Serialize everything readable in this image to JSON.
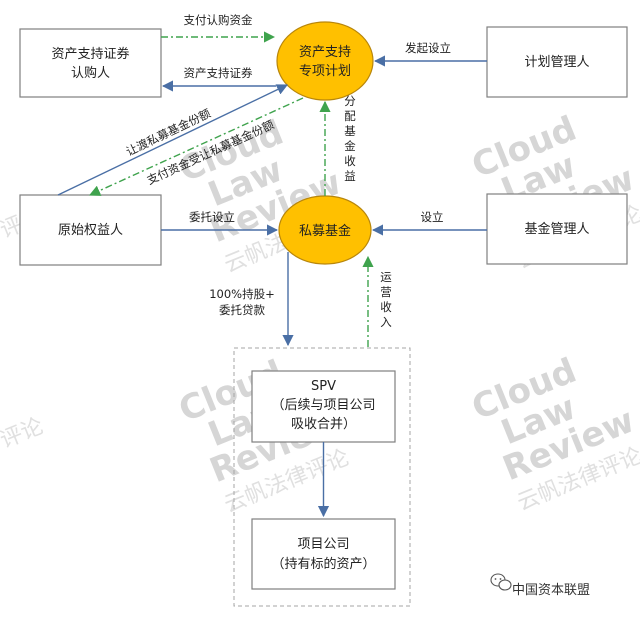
{
  "nodes": {
    "subscriber": [
      "资产支持证券",
      "认购人"
    ],
    "special_plan": [
      "资产支持",
      "专项计划"
    ],
    "plan_manager": [
      "计划管理人"
    ],
    "original_owner": [
      "原始权益人"
    ],
    "private_fund": [
      "私募基金"
    ],
    "fund_manager": [
      "基金管理人"
    ],
    "spv": [
      "SPV",
      "（后续与项目公司",
      "吸收合并）"
    ],
    "project_company": [
      "项目公司",
      "（持有标的资产）"
    ]
  },
  "edges": {
    "pay_subscription": "支付认购资金",
    "abs_securities": "资产支持证券",
    "initiate_setup": "发起设立",
    "transfer_fund_share": "让渡私募基金份额",
    "pay_for_fund_share": "支付资金受让私募基金份额",
    "distribute_fund_income": [
      "分",
      "配",
      "基",
      "金",
      "收",
      "益"
    ],
    "entrust_setup": "委托设立",
    "setup": "设立",
    "holding_loan": [
      "100%持股+",
      "委托贷款"
    ],
    "operating_income": [
      "运",
      "营",
      "收",
      "入"
    ]
  },
  "watermark": {
    "lines": [
      "Cloud",
      "Law",
      "Review"
    ],
    "cn": "云帆法律评论",
    "fragment": "评论"
  },
  "footer": {
    "brand": "中国资本联盟"
  },
  "colors": {
    "box_border": "#7f7f7f",
    "oval_fill": "#ffc000",
    "oval_border": "#b8860b",
    "solid_arrow": "#4a6fa5",
    "dashed_arrow": "#3fa34d",
    "dashed_frame": "#a6a6a6"
  }
}
